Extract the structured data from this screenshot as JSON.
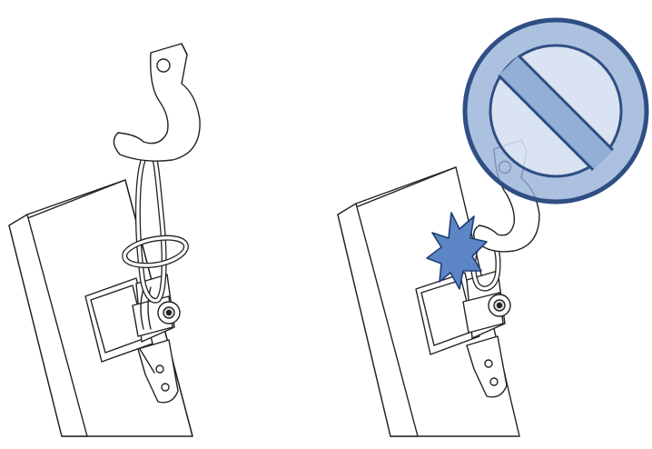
{
  "panels": [
    {
      "id": "correct",
      "depicts": "hook-engaged-through-sling-loop"
    },
    {
      "id": "incorrect",
      "depicts": "hook-direct-to-lifting-point"
    }
  ],
  "prohibition_symbol": {
    "icon": "no-symbol-icon",
    "fill": "#93afd6",
    "stroke": "#2f4f84"
  },
  "impact_marker": {
    "icon": "collision-burst-icon",
    "fill": "#5c86c6",
    "stroke": "#1f3f73"
  },
  "line_color": "#222222",
  "background": "#ffffff"
}
